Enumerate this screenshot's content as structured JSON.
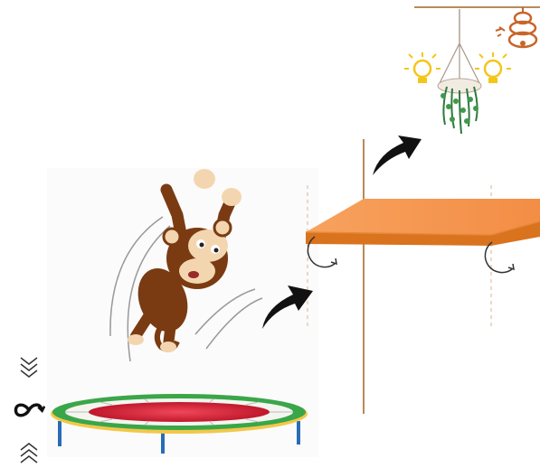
{
  "scene": {
    "characters": [
      "monkey"
    ],
    "objects": [
      "trampoline",
      "floating-platform",
      "hanging-plant",
      "beehive",
      "light-bulb",
      "light-bulb"
    ],
    "motion_hints": [
      "curved-arrow",
      "curved-arrow",
      "rotation-arrow",
      "rotation-arrow"
    ]
  },
  "controls": {
    "icons": [
      "chevrons-down-icon",
      "infinity-loop-icon",
      "chevrons-up-icon"
    ]
  },
  "colors": {
    "platform_top": "#f59a52",
    "platform_edge": "#d9731e",
    "trampoline_mat": "#e0263a",
    "trampoline_ring": "#3aa64a",
    "trampoline_rim": "#f2c84a",
    "trampoline_legs": "#2a6bb8",
    "monkey_fur": "#7a3b12",
    "monkey_face": "#f3d6b0",
    "bulb": "#f5c518",
    "hive": "#c8652a",
    "pole": "#b88a5a"
  }
}
